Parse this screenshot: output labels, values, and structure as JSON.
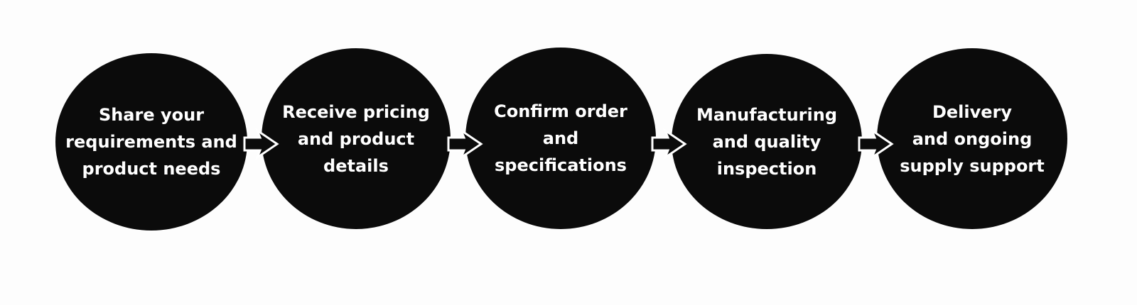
{
  "steps": [
    {
      "lines": [
        "Share your",
        "requirements and",
        "product needs"
      ]
    },
    {
      "lines": [
        "Receive pricing",
        "and product",
        "details"
      ]
    },
    {
      "lines": [
        "Confirm order",
        "and",
        "specifications"
      ]
    },
    {
      "lines": [
        "Manufacturing",
        "and quality",
        "inspection"
      ]
    },
    {
      "lines": [
        "Delivery",
        "and ongoing",
        "supply support"
      ]
    }
  ],
  "colors": {
    "circle": "#0b0b0b",
    "text": "#ffffff",
    "background": "#fdfdfd"
  }
}
